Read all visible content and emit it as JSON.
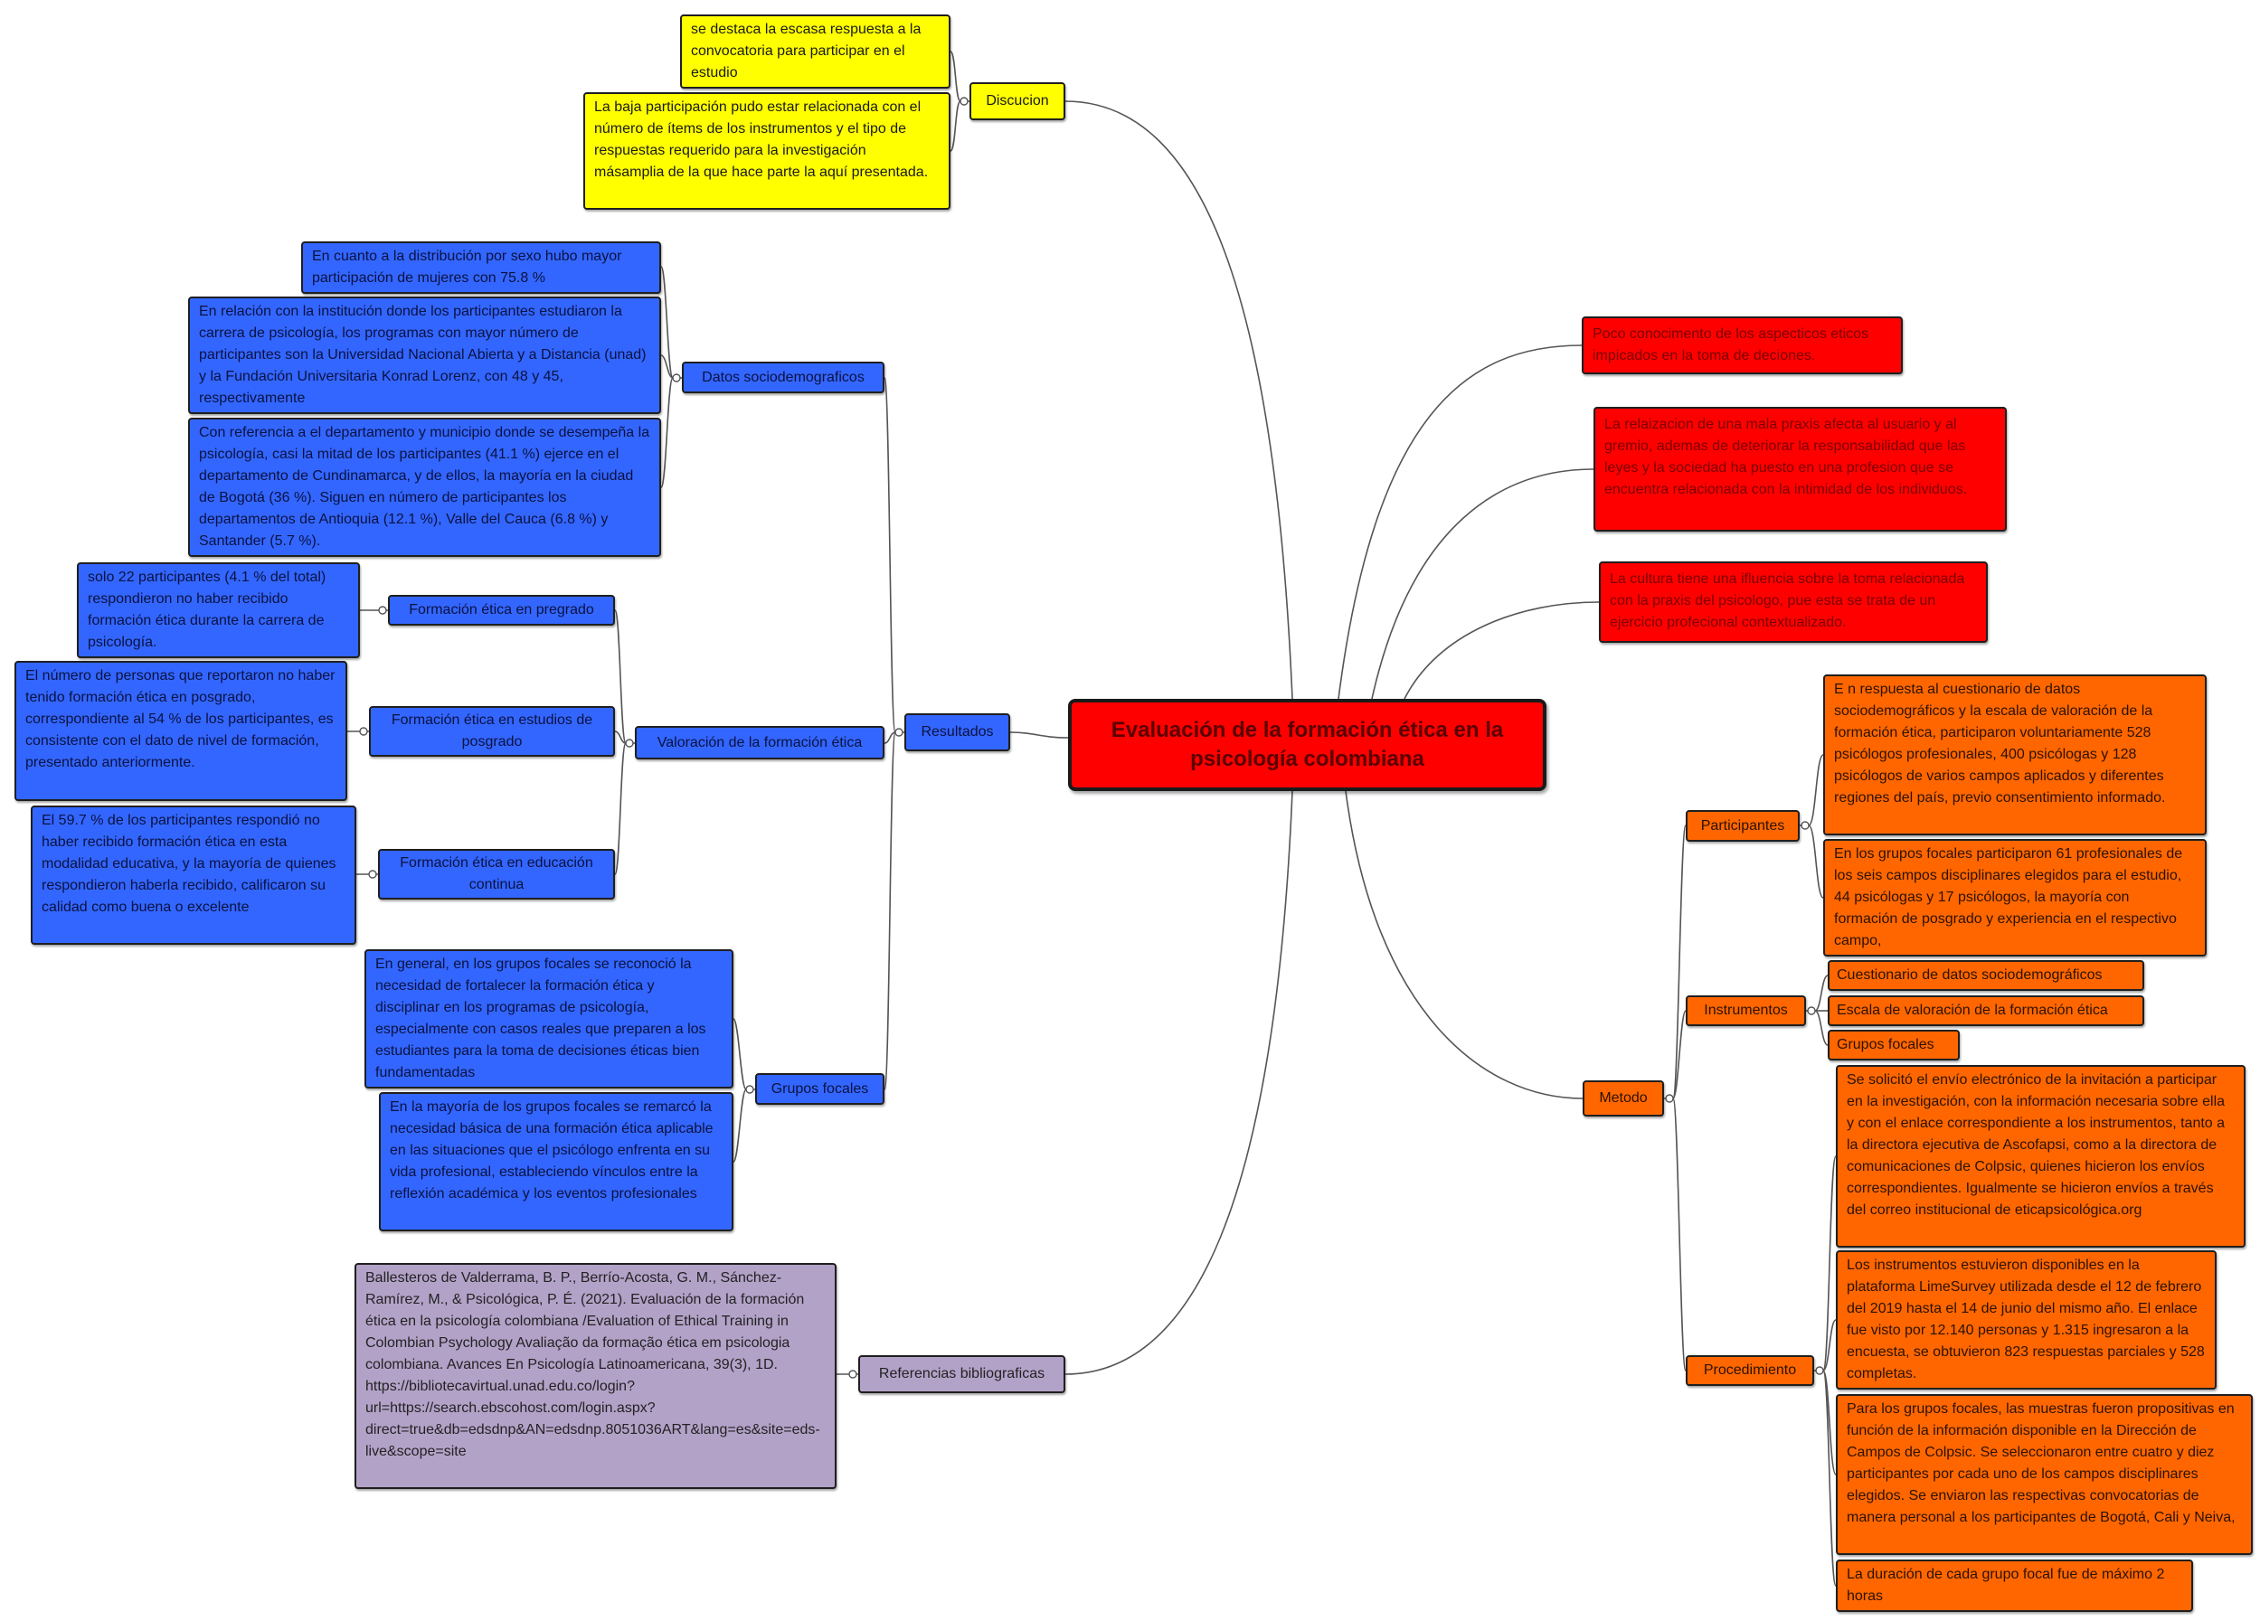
{
  "colors": {
    "central_fill": "#ff0000",
    "yellow_fill": "#ffff00",
    "blue_fill": "#3366ff",
    "red_fill": "#ff0000",
    "orange_fill": "#ff6600",
    "purple_fill": "#b3a2c8",
    "connector": "#555555"
  },
  "central_topic": "Evaluación de la formación ética en la psicología colombiana",
  "discucion": {
    "label": "Discucion",
    "items": [
      "se destaca la escasa respuesta a la convocatoria para participar en el estudio",
      "La baja participación pudo estar relacionada con el número de ítems de los instrumentos y el tipo de respuestas requerido para la investigación másamplia de la que hace parte la aquí presentada."
    ]
  },
  "resultados": {
    "label": "Resultados",
    "datos_sociodemograficos": {
      "label": "Datos sociodemograficos",
      "items": [
        "En cuanto a la distribución por sexo hubo mayor participación de mujeres con 75.8 %",
        "En relación con la institución donde los participantes estudiaron la carrera de psicología, los programas con mayor número de participantes son la Universidad Nacional Abierta y a Distancia (unad) y la Fundación Universitaria Konrad Lorenz, con 48 y 45, respectivamente",
        "Con referencia a el departamento y municipio donde se desempeña la psicología, casi la mitad de los participantes (41.1 %) ejerce en el departamento de Cundinamarca, y de ellos, la mayoría en la ciudad de Bogotá (36 %). Siguen en número de participantes los departamentos de Antioquia (12.1 %), Valle del Cauca (6.8 %) y Santander (5.7 %)."
      ]
    },
    "valoracion": {
      "label": "Valoración de la formación ética",
      "subtopics": [
        {
          "label": "Formación ética en pregrado",
          "detail": "solo 22 participantes (4.1 % del total) respondieron no haber recibido formación ética durante la carrera de psicología."
        },
        {
          "label": "Formación ética en estudios de posgrado",
          "detail": "El número de personas que reportaron no haber tenido formación ética en posgrado, correspondiente al 54 % de los participantes, es consistente con el dato de nivel de formación, presentado anteriormente."
        },
        {
          "label": "Formación ética en educación continua",
          "detail": "El 59.7 % de los participantes respondió no haber recibido formación ética en esta modalidad educativa, y la mayoría de quienes respondieron haberla recibido, calificaron su calidad como buena o excelente"
        }
      ]
    },
    "grupos_focales": {
      "label": "Grupos focales",
      "items": [
        "En general, en los grupos focales se reconoció la necesidad de fortalecer la formación ética y disciplinar en los programas de psicología, especialmente con casos reales que preparen a los estudiantes para la toma de decisiones éticas bien fundamentadas",
        "En la mayoría de los grupos focales se remarcó la necesidad básica de una formación ética aplicable en las situaciones que el psicólogo enfrenta en su vida profesional, estableciendo vínculos entre la reflexión académica y los eventos profesionales"
      ]
    }
  },
  "referencias": {
    "label": "Referencias bibliograficas",
    "items": [
      "Ballesteros de Valderrama, B. P., Berrío-Acosta, G. M., Sánchez-Ramírez, M., & Psicológica, P. É. (2021). Evaluación de la formación ética en la psicología colombiana /Evaluation of Ethical Training in Colombian Psychology Avaliação da formação ética em psicologia colombiana. Avances En Psicología Latinoamericana, 39(3), 1D.  https://bibliotecavirtual.unad.edu.co/login?url=https://search.ebscohost.com/login.aspx?direct=true&db=edsdnp&AN=edsdnp.8051036ART&lang=es&site=eds-live&scope=site"
    ]
  },
  "right_notes": [
    "Poco conocimento de los aspecticos eticos impicados en la toma de deciones.",
    "La relaizacion de una mala praxis afecta al usuario y al gremio, ademas de deteriorar la responsabilidad que las leyes y la sociedad ha puesto en una profesion que se encuentra relacionada con la intimidad de los individuos.",
    "La cultura tiene una ifluencia sobre la toma relacionada con la praxis del psicologo, pue esta se trata de un ejercicio profecional contextualizado."
  ],
  "metodo": {
    "label": "Metodo",
    "participantes": {
      "label": "Participantes",
      "items": [
        "E n respuesta al cuestionario de datos sociodemográficos y la escala de valoración de la formación ética, participaron voluntariamente 528 psicólogos profesionales, 400 psicólogas y 128 psicólogos de varios campos aplicados y diferentes regiones del país, previo consentimiento informado.",
        "En los grupos focales participaron 61 profesionales de los seis campos disciplinares elegidos para el estudio, 44 psicólogas y 17 psicólogos, la mayoría con formación de posgrado y experiencia en el respectivo campo,"
      ]
    },
    "instrumentos": {
      "label": "Instrumentos",
      "items": [
        "Cuestionario de datos sociodemográficos",
        "Escala de valoración de la formación ética",
        "Grupos focales"
      ]
    },
    "procedimiento": {
      "label": "Procedimiento",
      "items": [
        "Se solicitó el envío electrónico de la invitación a participar en la investigación, con la información necesaria sobre ella y con el enlace correspondiente a los instrumentos, tanto a la directora ejecutiva de Ascofapsi, como a la directora de comunicaciones de Colpsic, quienes hicieron los envíos correspondientes. Igualmente se hicieron envíos a través del correo institucional de eticapsicológica.org",
        "Los instrumentos estuvieron disponibles en la plataforma LimeSurvey utilizada desde el 12 de febrero del 2019 hasta el 14 de junio del mismo año. El enlace fue visto por 12.140 personas y 1.315 ingresaron a la encuesta, se obtuvieron 823 respuestas parciales y 528 completas.",
        "Para los grupos focales, las muestras fueron propositivas en función de la información disponible en la Dirección de Campos de Colpsic. Se seleccionaron entre cuatro y diez participantes por cada uno de los campos disciplinares elegidos. Se enviaron las respectivas convocatorias de manera personal a los participantes de Bogotá, Cali y Neiva,",
        "La duración de cada grupo focal fue de máximo 2 horas"
      ]
    }
  }
}
